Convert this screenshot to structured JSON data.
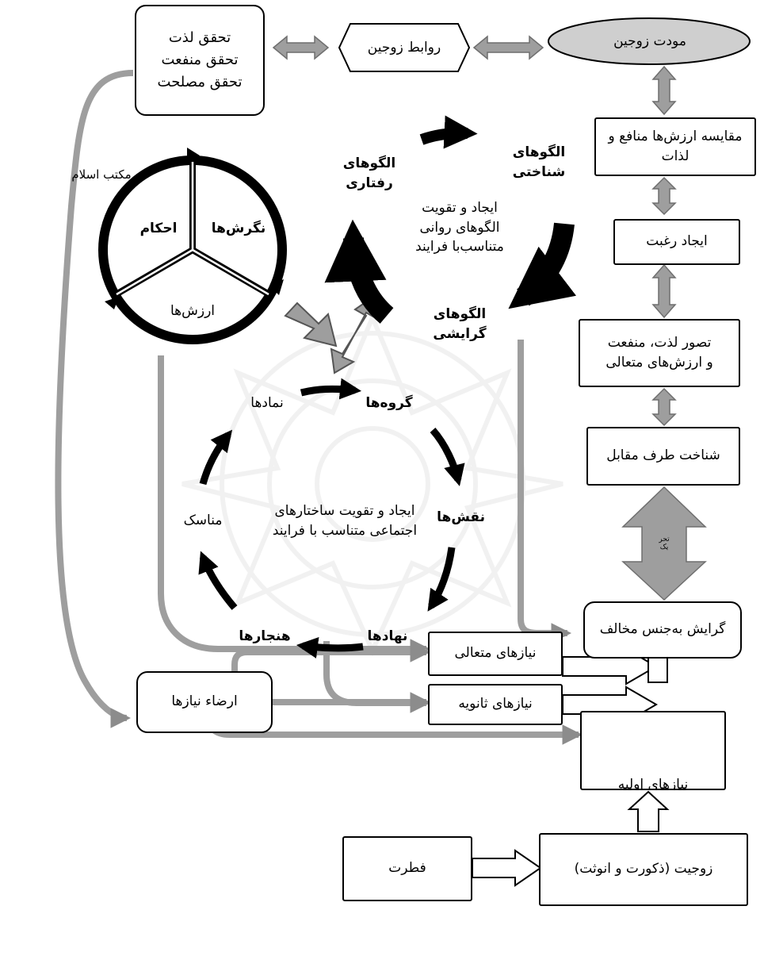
{
  "top": {
    "tahaqquq": [
      "تحقق لذت",
      "تحقق منفعت",
      "تحقق مصلحت"
    ],
    "ravabet": "روابط زوجین",
    "mavaddat": "مودت زوجین"
  },
  "right_column": {
    "moghayese": "مقایسه ارزش‌ها منافع و لذات",
    "ijad_reghbat": "ایجاد رغبت",
    "tasavvor": "تصور لذت، منفعت\nو ارزش‌های متعالی",
    "shenakht": "شناخت طرف مقابل",
    "tahrik": "تحر\nیک",
    "gerayesh": "گرایش به‌جنس مخالف"
  },
  "wheel": {
    "maktab": "مکتب اسلام",
    "ahkam": "احکام",
    "negaresh": "نگرش‌ها",
    "arzesh": "ارزش‌ها"
  },
  "psych_cycle": {
    "raftari": "الگوهای\nرفتاری",
    "shenakhti": "الگوهای\nشناختی",
    "gerayeshi": "الگوهای\nگرایشی",
    "center": "ایجاد و تقویت\nالگوهای روانی\nمتناسب‌با فرایند"
  },
  "social_cycle": {
    "goroh": "گروه‌ها",
    "naghsh": "نقش‌ها",
    "nahad": "نهادها",
    "hanjar": "هنجارها",
    "manasek": "مناسک",
    "namad": "نمادها",
    "center": "ایجاد و تقویت ساختارهای\nاجتماعی متناسب با فرایند"
  },
  "bottom": {
    "niaz_motaali": "نیازهای متعالی",
    "niaz_sanavie": "نیازهای ثانویه",
    "ersa": "ارضاء نیازها",
    "niaz_avalie": "نیازهای اولیه",
    "fetrat": "فطرت",
    "zojiat": "زوجیت (ذکورت و انوثت)"
  },
  "colors": {
    "gray_arrow": "#9e9e9e",
    "gray_border": "#6f6f6f",
    "black": "#000000",
    "oval_fill": "#cfcfcf",
    "watermark": "#ececec"
  }
}
